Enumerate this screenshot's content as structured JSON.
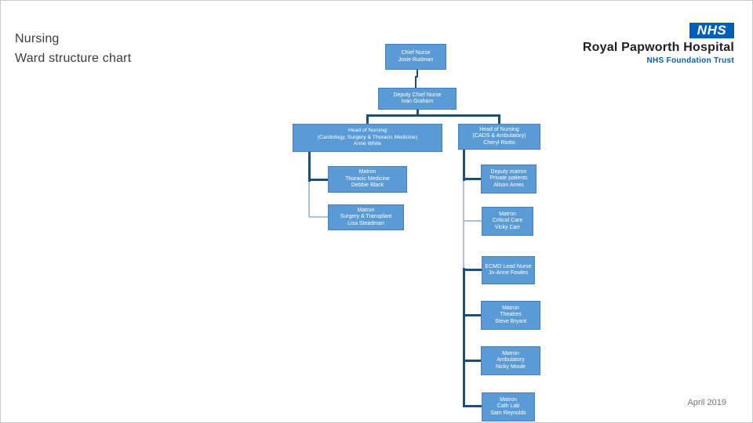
{
  "header": {
    "title_line1": "Nursing",
    "title_line2": "Ward structure chart",
    "logo": {
      "nhs": "NHS",
      "org": "Royal Papworth Hospital",
      "trust": "NHS Foundation Trust"
    }
  },
  "footer": {
    "date": "April 2019"
  },
  "colors": {
    "box_fill": "#5B9BD5",
    "box_border": "#4781BD",
    "connector_dark": "#1F4E79",
    "connector_light": "#AEBFD8",
    "nhs_blue": "#005EB8"
  },
  "org_chart": {
    "nodes": {
      "chief": {
        "l1": "Chief Nurse",
        "l2": "Josie Rudman"
      },
      "deputy": {
        "l1": "Deputy Chief Nurse",
        "l2": "Ivan Graham"
      },
      "hon_cardiology": {
        "l1": "Head of Nursing",
        "l2": "(Cardiology, Surgery & Thoracic Medicine)",
        "l3": "Anne White"
      },
      "hon_cads": {
        "l1": "Head of Nursing",
        "l2": "(CADS & Ambulatory)",
        "l3": "Cheryl Riotto"
      },
      "matron_thoracic": {
        "l1": "Matron",
        "l2": "Thoracic Medicine",
        "l3": "Debbie Black"
      },
      "matron_surgery": {
        "l1": "Matron",
        "l2": "Surgery & Transplant",
        "l3": "Lisa Steadman"
      },
      "deputy_matron_private": {
        "l1": "Deputy matron",
        "l2": "Private patients",
        "l3": "Alison Ames"
      },
      "matron_critical_care": {
        "l1": "Matron",
        "l2": "Critical Care",
        "l3": "Vicky Carr"
      },
      "ecmo_lead": {
        "l1": "ECMO Lead Nurse",
        "l2": "Jo-Anne Fowles"
      },
      "matron_theatres": {
        "l1": "Matron",
        "l2": "Theatres",
        "l3": "Steve Bryant"
      },
      "matron_ambulatory": {
        "l1": "Matron",
        "l2": "Ambulatory",
        "l3": "Nicky Moule"
      },
      "matron_cath_lab": {
        "l1": "Matron",
        "l2": "Cath Lab",
        "l3": "Sam Reynolds"
      }
    },
    "edges": [
      {
        "from": "chief",
        "to": "deputy"
      },
      {
        "from": "deputy",
        "to": "hon_cardiology"
      },
      {
        "from": "deputy",
        "to": "hon_cads"
      },
      {
        "from": "hon_cardiology",
        "to": "matron_thoracic"
      },
      {
        "from": "hon_cardiology",
        "to": "matron_surgery"
      },
      {
        "from": "hon_cads",
        "to": "deputy_matron_private"
      },
      {
        "from": "hon_cads",
        "to": "matron_critical_care"
      },
      {
        "from": "hon_cads",
        "to": "ecmo_lead"
      },
      {
        "from": "hon_cads",
        "to": "matron_theatres"
      },
      {
        "from": "hon_cads",
        "to": "matron_ambulatory"
      },
      {
        "from": "hon_cads",
        "to": "matron_cath_lab"
      }
    ]
  }
}
